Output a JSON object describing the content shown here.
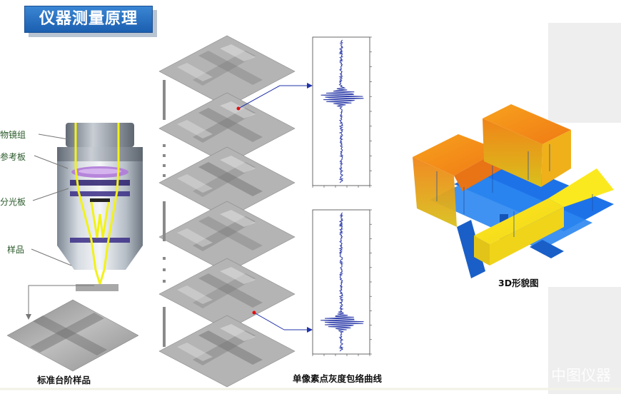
{
  "title": "仪器测量原理",
  "labels": {
    "objective_group": "物镜组",
    "reference_plate": "参考板",
    "beam_splitter": "分光板",
    "sample": "样品"
  },
  "captions": {
    "standard_step_sample": "标准台阶样品",
    "single_pixel_curve": "单像素点灰度包络曲线",
    "topography_3d": "3D形貌图"
  },
  "watermark": "中图仪器",
  "colors": {
    "title_bg": "#1f66b8",
    "beam": "#f2f21a",
    "marker": "#e01010",
    "signal": "#2a3aa8",
    "topo_base": "#1e72e8",
    "topo_high": "#f28a18",
    "topo_mid": "#f5e21a"
  }
}
